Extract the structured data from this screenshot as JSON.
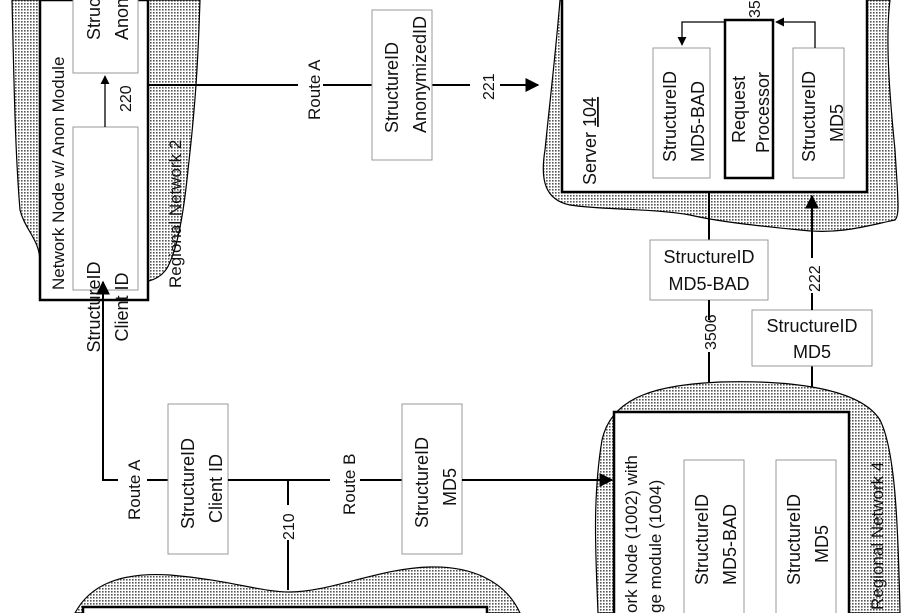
{
  "regions": {
    "regional_network_2": {
      "label": "Regional Network 2",
      "node_title": "Network Node w/ Anon Module",
      "box_client": [
        "StructureID",
        "Client ID"
      ],
      "box_anon": [
        "StructureID",
        "AnonymizedID"
      ],
      "ref_220": "220"
    },
    "server": {
      "label_prefix": "Server ",
      "label_ref": "104",
      "box_bad": [
        "StructureID",
        "MD5-BAD"
      ],
      "processor": [
        "Request",
        "Processor"
      ],
      "box_md5": [
        "StructureID",
        "MD5"
      ],
      "ref_top": "35"
    },
    "regional_network_4": {
      "label": "Regional Network 4",
      "node_title_line1": "ork Node (1002) with",
      "node_title_line2": "ge module (1004)",
      "box_bad": [
        "StructureID",
        "MD5-BAD"
      ],
      "box_md5": [
        "StructureID",
        "MD5"
      ]
    }
  },
  "links": {
    "route_a_top": {
      "label": "Route A",
      "message": [
        "StructureID",
        "AnonymizedID"
      ],
      "ref": "221"
    },
    "to_server": {
      "message": [
        "StructureID",
        "MD5"
      ],
      "ref": "222"
    },
    "from_server": {
      "message": [
        "StructureID",
        "MD5-BAD"
      ],
      "ref": "3506"
    },
    "route_a_bottom": {
      "label": "Route A",
      "message": [
        "StructureID",
        "Client ID"
      ]
    },
    "route_b": {
      "label": "Route B",
      "message": [
        "StructureID",
        "MD5"
      ]
    },
    "origin_ref": "210"
  }
}
